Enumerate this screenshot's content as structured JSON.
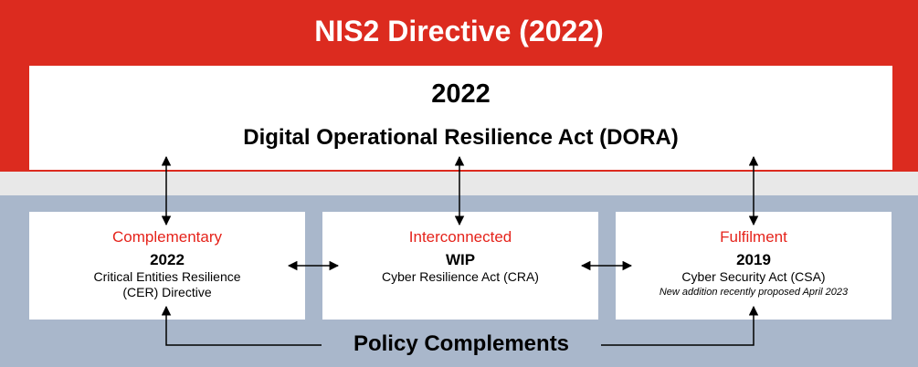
{
  "title": "NIS2 Directive (2022)",
  "dora": {
    "year": "2022",
    "name": "Digital Operational Resilience Act (DORA)"
  },
  "boxes": [
    {
      "relation": "Complementary",
      "year": "2022",
      "lines": [
        "Critical Entities Resilience",
        "(CER) Directive"
      ]
    },
    {
      "relation": "Interconnected",
      "year": "WIP",
      "lines": [
        "Cyber Resilience Act (CRA)"
      ]
    },
    {
      "relation": "Fulfilment",
      "year": "2019",
      "lines": [
        "Cyber Security Act (CSA)"
      ],
      "note": "New addition recently proposed April 2023"
    }
  ],
  "footer": "Policy Complements",
  "colors": {
    "top_band": "#dc2b1f",
    "bottom_band": "#a9b7cb",
    "relation_text": "#e5231b"
  }
}
